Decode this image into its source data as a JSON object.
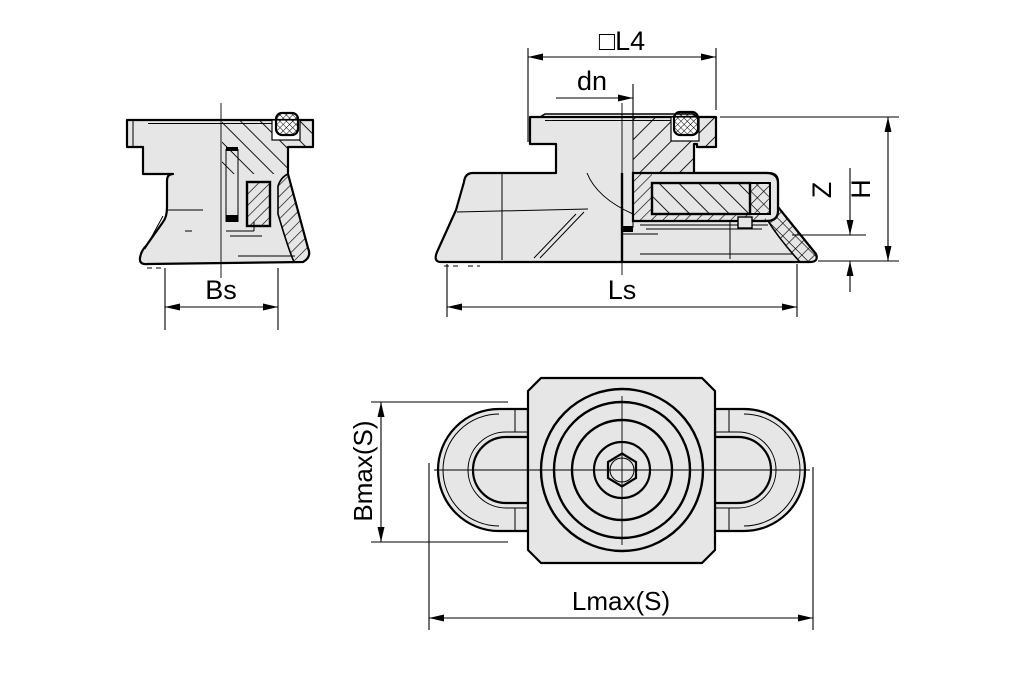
{
  "drawing": {
    "background_color": "#ffffff",
    "part_fill_color": "#e6e6e6",
    "line_color": "#000000",
    "views": [
      {
        "id": "side-section-small"
      },
      {
        "id": "side-section-large"
      },
      {
        "id": "bottom-view"
      }
    ],
    "dimension_labels": {
      "bs": "Bs",
      "l4": "□L4",
      "dn": "dn",
      "z": "Z",
      "h": "H",
      "ls": "Ls",
      "bmax": "Bmax(S)",
      "lmax": "Lmax(S)"
    }
  }
}
